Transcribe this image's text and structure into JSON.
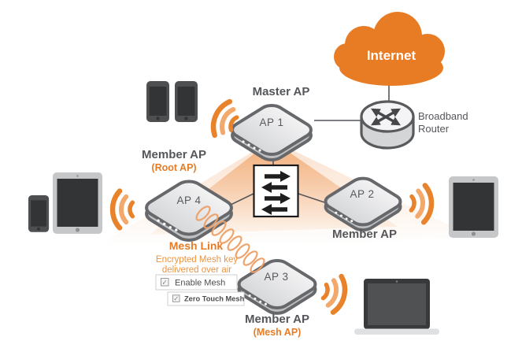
{
  "colors": {
    "orange": "#E87C25",
    "light_orange": "#F2A96B",
    "dark_gray": "#54565A"
  },
  "internet": {
    "label": "Internet"
  },
  "router": {
    "line1": "Broadband",
    "line2": "Router"
  },
  "aps": {
    "ap1": {
      "device": "AP 1",
      "role": "Master AP"
    },
    "ap2": {
      "device": "AP 2",
      "role": "Member AP"
    },
    "ap3": {
      "device": "AP 3",
      "role": "Member AP",
      "sub_role": "(Mesh AP)"
    },
    "ap4": {
      "device": "AP 4",
      "role": "Member AP",
      "sub_role": "(Root AP)"
    }
  },
  "mesh_link": {
    "title": "Mesh Link",
    "desc_line1": "Encrypted Mesh key",
    "desc_line2": "delivered over air",
    "check_glyph": "✓",
    "checkbox1": {
      "label": "Enable Mesh",
      "checked": true
    },
    "checkbox2": {
      "label": "Zero Touch Mesh",
      "checked": true
    }
  }
}
